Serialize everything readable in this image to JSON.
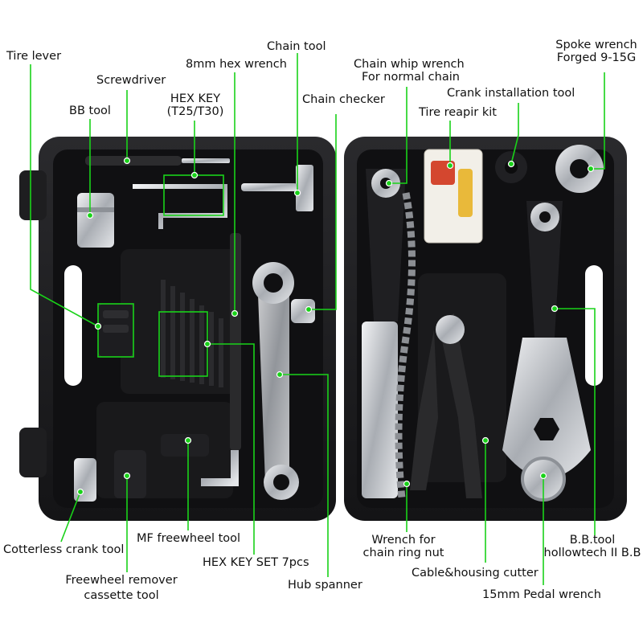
{
  "labels": {
    "tire_lever": "Tire lever",
    "screwdriver": "Screwdriver",
    "bb_tool": "BB tool",
    "hex_key_t25": "HEX KEY",
    "hex_key_t25_sub": "(T25/T30)",
    "hex_wrench_8mm": "8mm hex wrench",
    "chain_tool": "Chain tool",
    "chain_checker": "Chain checker",
    "chain_whip": "Chain whip wrench",
    "chain_whip_sub": "For normal chain",
    "spoke_wrench": "Spoke wrench",
    "spoke_wrench_sub": "Forged 9-15G",
    "crank_install": "Crank installation tool",
    "tire_repair": "Tire reapir kit",
    "cotterless": "Cotterless crank tool",
    "freewheel_remover": "Freewheel remover",
    "freewheel_remover_sub": "cassette tool",
    "mf_freewheel": "MF freewheel tool",
    "hex_key_set": "HEX KEY SET 7pcs",
    "hub_spanner": "Hub spanner",
    "chainring_wrench": "Wrench for",
    "chainring_wrench_sub": "chain ring nut",
    "cable_cutter": "Cable&housing cutter",
    "pedal_wrench": "15mm Pedal wrench",
    "bb_hollowtech": "B.B.tool",
    "bb_hollowtech_sub": "hollowtech II B.B"
  },
  "colors": {
    "leader": "#19d219",
    "case": "#1b1b1d",
    "case_inner": "#0f0f10",
    "steel": "#c9ccd0"
  },
  "icons": {
    "case": "tool-case-illustration"
  }
}
